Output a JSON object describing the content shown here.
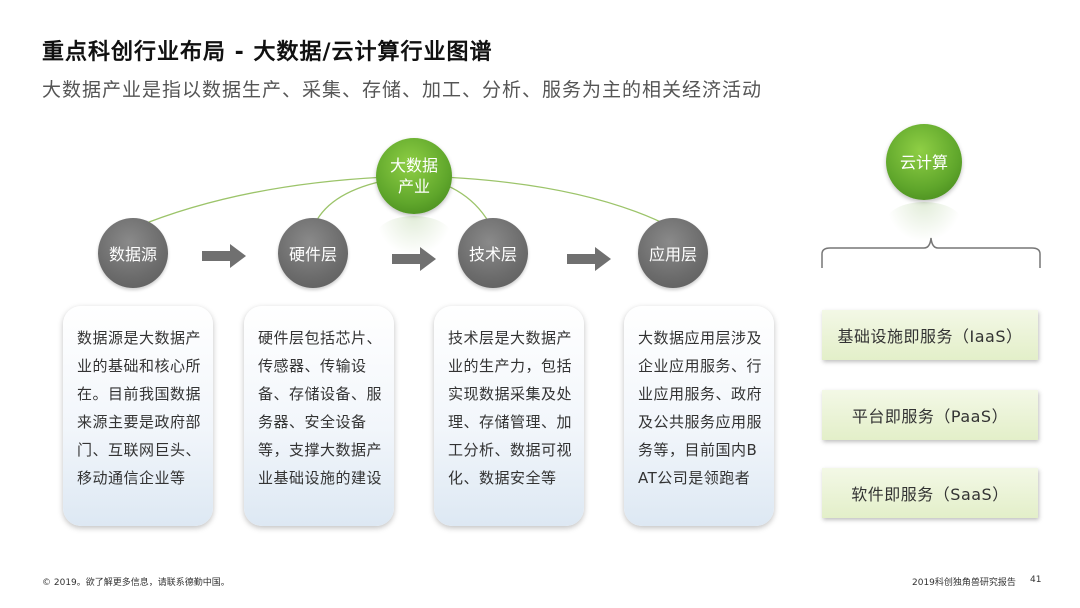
{
  "header": {
    "title": "重点科创行业布局 - 大数据/云计算行业图谱",
    "subtitle": "大数据产业是指以数据生产、采集、存储、加工、分析、服务为主的相关经济活动"
  },
  "bigdata": {
    "root": "大数据\n产业",
    "stages": [
      {
        "label": "数据源",
        "description": "数据源是大数据产业的基础和核心所在。目前我国数据来源主要是政府部门、互联网巨头、移动通信企业等"
      },
      {
        "label": "硬件层",
        "description": "硬件层包括芯片、传感器、传输设备、存储设备、服务器、安全设备等，支撑大数据产业基础设施的建设"
      },
      {
        "label": "技术层",
        "description": "技术层是大数据产业的生产力，包括实现数据采集及处理、存储管理、加工分析、数据可视化、数据安全等"
      },
      {
        "label": "应用层",
        "description": "大数据应用层涉及企业应用服务、行业应用服务、政府及公共服务应用服务等，目前国内BAT公司是领跑者"
      }
    ]
  },
  "cloud": {
    "root": "云计算",
    "services": [
      "基础设施即服务（IaaS）",
      "平台即服务（PaaS）",
      "软件即服务（SaaS）"
    ]
  },
  "footer": {
    "left": "© 2019。欲了解更多信息，请联系德勤中国。",
    "right": "2019科创独角兽研究报告",
    "page": "41"
  },
  "colors": {
    "green": "#5fa62b",
    "gray": "#6b6b6b",
    "arrow": "#707070",
    "cloud_box": "#e3efc9"
  }
}
